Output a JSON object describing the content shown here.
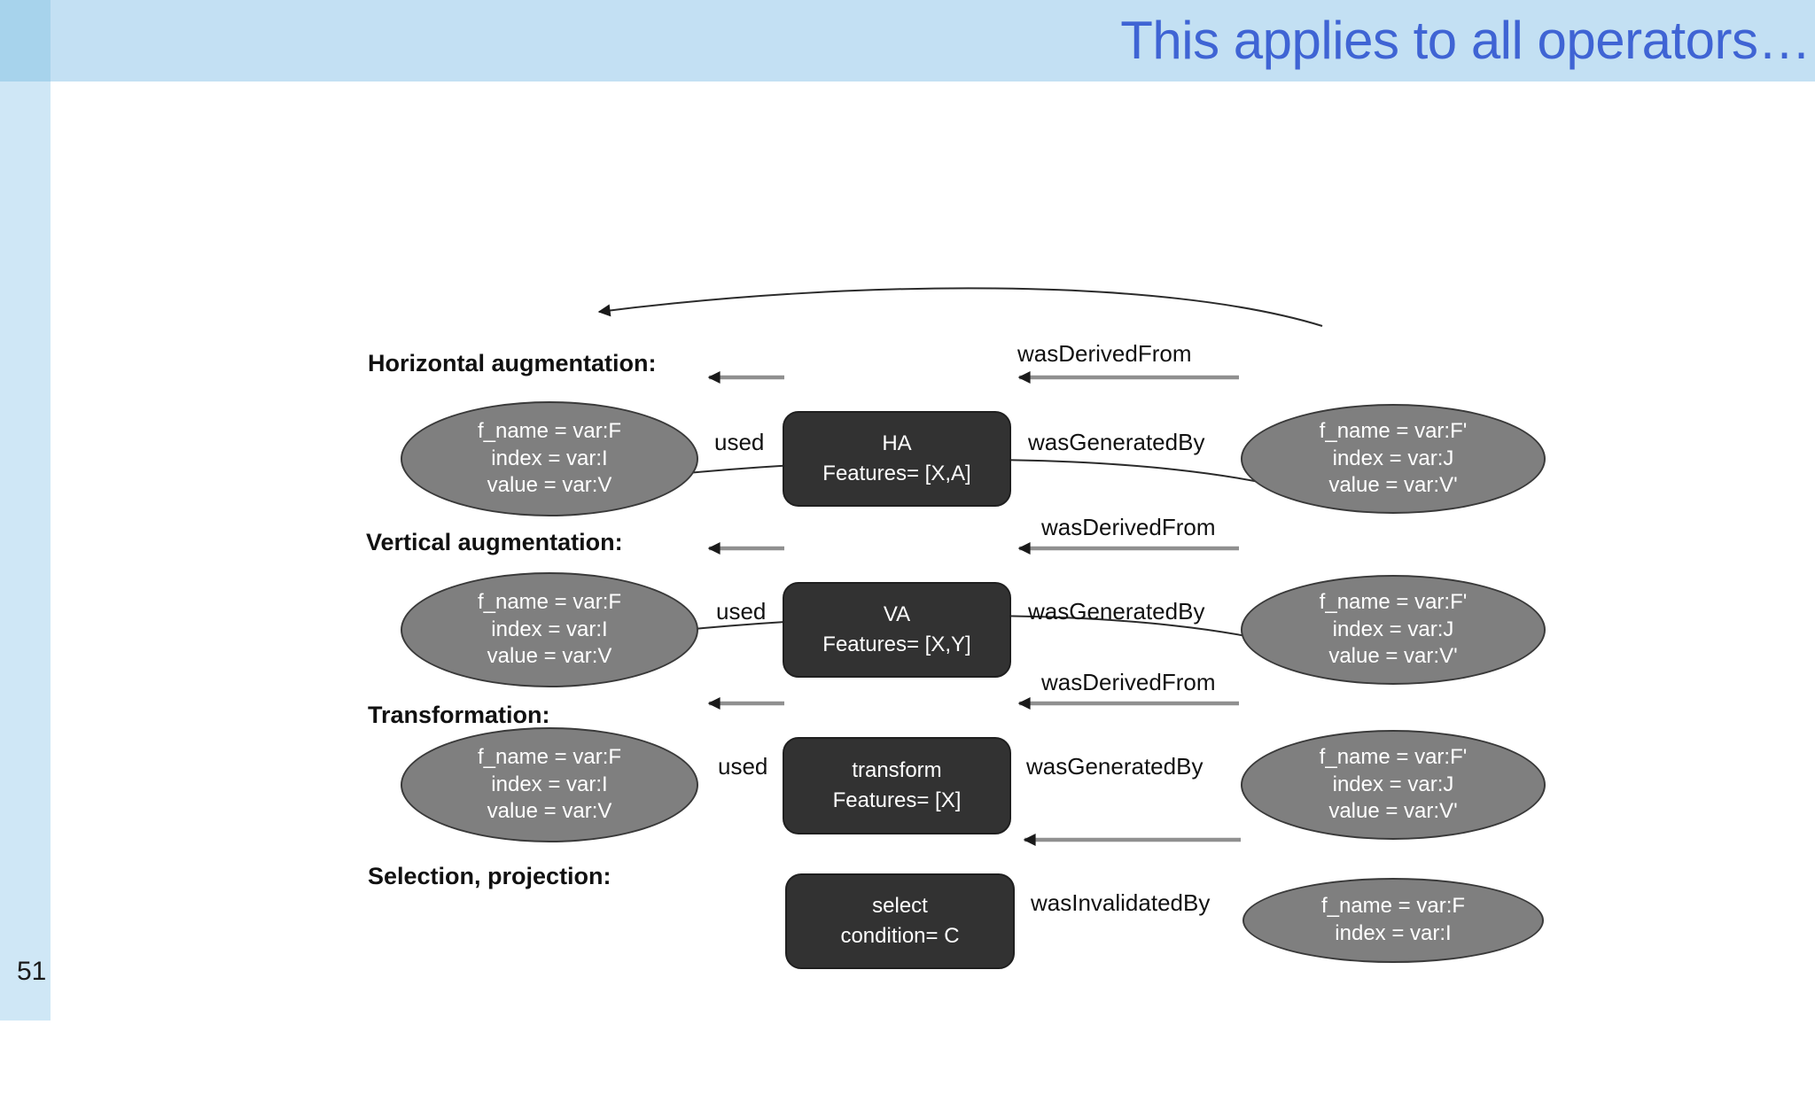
{
  "slide": {
    "title": "This applies to all operators…",
    "page_number": "51"
  },
  "colors": {
    "title_band": "#c3e0f3",
    "sidebar_top": "#a7d3ec",
    "sidebar": "#cfe7f6",
    "title_text": "#3f64d4",
    "ellipse_fill": "#7f7f7f",
    "ellipse_stroke": "#3a3a3a",
    "box_fill": "#323232",
    "node_text": "#ffffff",
    "label_text": "#111111",
    "arrow_line": "#909090",
    "arrow_head": "#1a1a1a",
    "curve_line": "#2b2b2b"
  },
  "diagram": {
    "rows": [
      {
        "label": "Horizontal augmentation:",
        "left_entity": [
          "f_name = var:F",
          "index = var:I",
          "value = var:V"
        ],
        "activity": [
          "HA",
          "Features= [X,A]"
        ],
        "right_entity": [
          "f_name = var:F'",
          "index = var:J",
          "value = var:V'"
        ],
        "edges": {
          "used": "used",
          "generated": "wasGeneratedBy",
          "derived": "wasDerivedFrom"
        }
      },
      {
        "label": "Vertical augmentation:",
        "left_entity": [
          "f_name = var:F",
          "index = var:I",
          "value = var:V"
        ],
        "activity": [
          "VA",
          "Features= [X,Y]"
        ],
        "right_entity": [
          "f_name = var:F'",
          "index = var:J",
          "value = var:V'"
        ],
        "edges": {
          "used": "used",
          "generated": "wasGeneratedBy",
          "derived": "wasDerivedFrom"
        }
      },
      {
        "label": "Transformation:",
        "left_entity": [
          "f_name = var:F",
          "index = var:I",
          "value = var:V"
        ],
        "activity": [
          "transform",
          "Features= [X]"
        ],
        "right_entity": [
          "f_name = var:F'",
          "index = var:J",
          "value = var:V'"
        ],
        "edges": {
          "used": "used",
          "generated": "wasGeneratedBy",
          "derived": "wasDerivedFrom"
        }
      },
      {
        "label": "Selection, projection:",
        "activity": [
          "select",
          "condition= C"
        ],
        "right_entity": [
          "f_name = var:F",
          "index = var:I"
        ],
        "edges": {
          "invalidated": "wasInvalidatedBy"
        }
      }
    ]
  }
}
